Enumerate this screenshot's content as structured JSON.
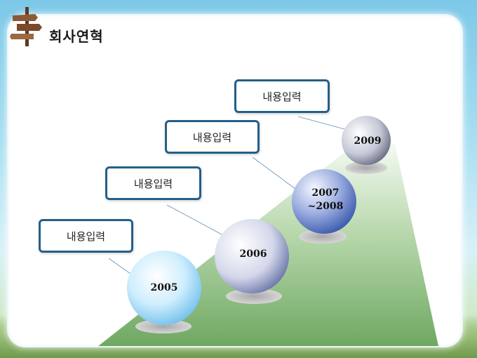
{
  "title": "회사연혁",
  "milestones": [
    {
      "year": "2005",
      "label": "내용입력"
    },
    {
      "year": "2006",
      "label": "내용입력"
    },
    {
      "year": "2007\n~2008",
      "label": "내용입력"
    },
    {
      "year": "2009",
      "label": "내용입력"
    }
  ],
  "colors": {
    "box_border": "#245f8a",
    "road": "#86b77a",
    "sky": "#8fd3ec"
  }
}
